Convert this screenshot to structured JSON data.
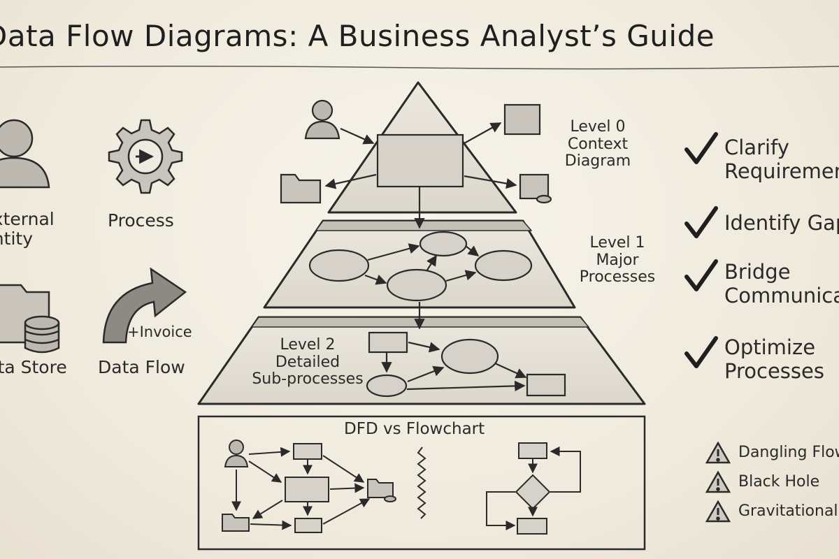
{
  "title": "Data Flow Diagrams: A Business Analyst’s Guide",
  "legend": {
    "external_entity": {
      "line1": "External",
      "line2": "Entity"
    },
    "process": "Process",
    "data_store": "Data Store",
    "data_flow": "Data Flow",
    "flow_label": "+Invoice"
  },
  "levels": {
    "level0": {
      "line1": "Level 0",
      "line2": "Context",
      "line3": "Diagram"
    },
    "level1": {
      "line1": "Level 1",
      "line2": "Major",
      "line3": "Processes"
    },
    "level2": {
      "line1": "Level 2",
      "line2": "Detailed",
      "line3": "Sub-processes"
    }
  },
  "comparison": {
    "title": "DFD vs Flowchart"
  },
  "benefits": [
    {
      "line1": "Clarify",
      "line2": "Requirements"
    },
    {
      "line1": "Identify Gaps",
      "line2": ""
    },
    {
      "line1": "Bridge",
      "line2": "Communication"
    },
    {
      "line1": "Optimize",
      "line2": "Processes"
    }
  ],
  "pitfalls": [
    "Dangling Flows",
    "Black Hole",
    "Gravitational"
  ],
  "colors": {
    "ink": "#2a2a2a",
    "paper": "#f3efe4",
    "fill": "#d9d6ce",
    "tier": "#e9e5db"
  },
  "icons": [
    "person-icon",
    "gear-icon",
    "folder-icon",
    "database-icon",
    "curved-arrow-icon",
    "checkmark-icon",
    "warning-icon"
  ]
}
